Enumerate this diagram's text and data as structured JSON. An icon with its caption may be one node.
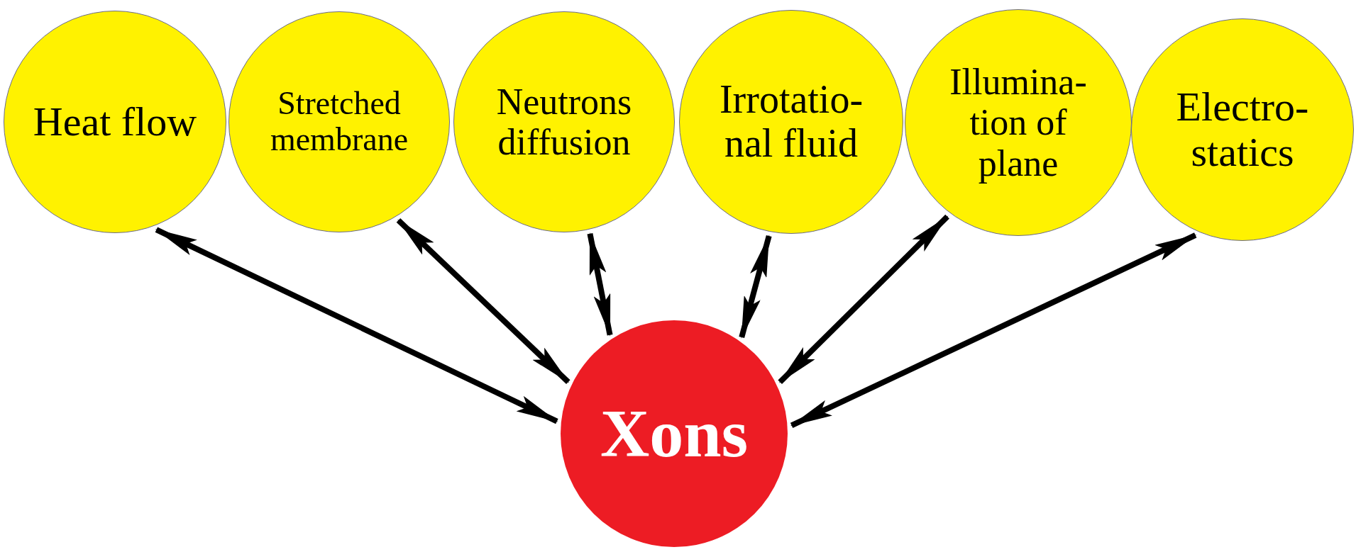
{
  "diagram": {
    "nodes": [
      {
        "text": [
          "Heat flow"
        ]
      },
      {
        "text": [
          "Stretched membrane"
        ]
      },
      {
        "text": [
          "Neutrons diffusion"
        ]
      },
      {
        "text": [
          "Irrotatio- nal fluid"
        ]
      },
      {
        "text": [
          "Illumina- tion of plane"
        ]
      },
      {
        "text": [
          "Electro- statics"
        ]
      },
      {
        "text": [
          "Xons"
        ]
      }
    ],
    "edges": [
      {
        "from": 6,
        "to": 0,
        "arrow": "both"
      },
      {
        "from": 6,
        "to": 1,
        "arrow": "both"
      },
      {
        "from": 6,
        "to": 2,
        "arrow": "both"
      },
      {
        "from": 6,
        "to": 3,
        "arrow": "both"
      },
      {
        "from": 6,
        "to": 4,
        "arrow": "both"
      },
      {
        "from": 6,
        "to": 5,
        "arrow": "both"
      }
    ]
  }
}
